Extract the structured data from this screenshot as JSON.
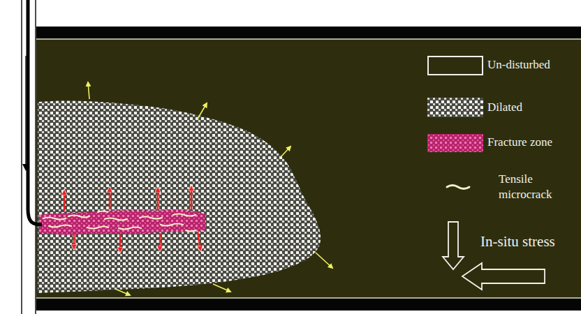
{
  "diagram": {
    "legend": [
      {
        "text": "Un-disturbed",
        "color": "#2e2e0f"
      },
      {
        "text": "Dilated"
      },
      {
        "text": "Fracture zone"
      },
      {
        "text": "Tensile microcrack"
      },
      {
        "text": "In-situ stress"
      }
    ]
  }
}
